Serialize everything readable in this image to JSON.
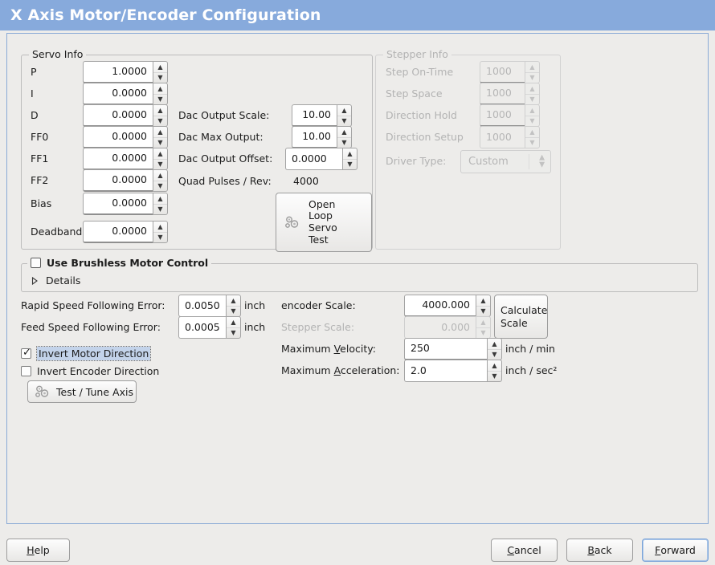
{
  "window": {
    "title": "X Axis Motor/Encoder Configuration",
    "title_bar_color": "#87aadc",
    "background": "#edecea"
  },
  "servo_info": {
    "legend": "Servo Info",
    "rows": [
      {
        "label": "P",
        "value": "1.0000"
      },
      {
        "label": "I",
        "value": "0.0000"
      },
      {
        "label": "D",
        "value": "0.0000"
      },
      {
        "label": "FF0",
        "value": "0.0000"
      },
      {
        "label": "FF1",
        "value": "0.0000"
      },
      {
        "label": "FF2",
        "value": "0.0000"
      },
      {
        "label": "Bias",
        "value": "0.0000"
      },
      {
        "label": "Deadband",
        "value": "0.0000"
      }
    ],
    "dac": [
      {
        "label": "Dac Output Scale:",
        "value": "10.00"
      },
      {
        "label": "Dac Max Output:",
        "value": "10.00"
      },
      {
        "label": "Dac Output Offset:",
        "value": "0.0000"
      }
    ],
    "quad_pulses_label": "Quad Pulses / Rev:",
    "quad_pulses_value": "4000",
    "open_loop_button": {
      "line1": "Open",
      "line2": "Loop",
      "line3": "Servo",
      "line4": "Test",
      "icon": "gears-icon"
    }
  },
  "stepper_info": {
    "legend": "Stepper Info",
    "enabled": false,
    "rows": [
      {
        "label": "Step On-Time",
        "value": "1000"
      },
      {
        "label": "Step Space",
        "value": "1000"
      },
      {
        "label": "Direction Hold",
        "value": "1000"
      },
      {
        "label": "Direction Setup",
        "value": "1000"
      }
    ],
    "driver_type_label": "Driver Type:",
    "driver_type_value": "Custom"
  },
  "brushless": {
    "checkbox_label": "Use Brushless Motor Control",
    "checked": false,
    "details_label": "Details",
    "details_expanded": false
  },
  "left_column": {
    "rapid_label": "Rapid Speed Following Error:",
    "rapid_value": "0.0050",
    "rapid_unit": "inch",
    "feed_label": "Feed Speed Following Error:",
    "feed_value": "0.0005",
    "feed_unit": "inch",
    "invert_motor_label": "Invert Motor Direction",
    "invert_motor_checked": true,
    "invert_encoder_label": "Invert Encoder Direction",
    "invert_encoder_checked": false,
    "test_tune_label": "Test / Tune Axis",
    "test_tune_icon": "gears-icon"
  },
  "right_column": {
    "encoder_scale_label": "encoder Scale:",
    "encoder_scale_value": "4000.000",
    "stepper_scale_label": "Stepper Scale:",
    "stepper_scale_value": "0.000",
    "stepper_scale_enabled": false,
    "calc_line1": "Calculate",
    "calc_line2": "Scale",
    "max_velocity_label_a": "Maximum ",
    "max_velocity_label_m": "V",
    "max_velocity_label_b": "elocity:",
    "max_velocity_value": "250",
    "max_velocity_unit": "inch / min",
    "max_accel_label_a": "Maximum ",
    "max_accel_label_m": "A",
    "max_accel_label_b": "cceleration:",
    "max_accel_value": "2.0",
    "max_accel_unit": "inch / sec²"
  },
  "footer": {
    "help_m": "H",
    "help_rest": "elp",
    "cancel_m": "C",
    "cancel_rest": "ancel",
    "back_m": "B",
    "back_rest": "ack",
    "forward_m": "F",
    "forward_rest": "orward",
    "focused": "forward"
  }
}
